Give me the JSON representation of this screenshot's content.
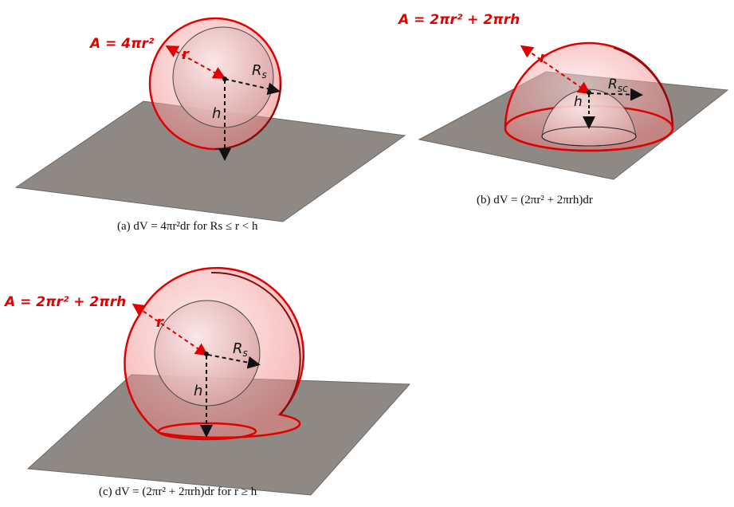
{
  "panels": [
    {
      "id": "a",
      "area_formula": "A = 4πr²",
      "radius_label": "r",
      "inner_radius_label": "R",
      "inner_radius_sub": "s",
      "height_label": "h",
      "caption": "(a) dV = 4πr²dr for Rs ≤ r < h"
    },
    {
      "id": "b",
      "area_formula": "A = 2πr² + 2πrh",
      "radius_label": "r",
      "inner_radius_label": "R",
      "inner_radius_sub": "sc",
      "height_label": "h",
      "caption": "(b) dV = (2πr² + 2πrh)dr"
    },
    {
      "id": "c",
      "area_formula": "A = 2πr² + 2πrh",
      "radius_label": "r",
      "inner_radius_label": "R",
      "inner_radius_sub": "s",
      "height_label": "h",
      "caption": "(c) dV = (2πr² + 2πrh)dr for r ≥ h"
    }
  ],
  "colors": {
    "plane": "#8f8985",
    "sphere_red": "#e00000",
    "sphere_fill": "#f4a8a8",
    "arrow_black": "#111111"
  }
}
